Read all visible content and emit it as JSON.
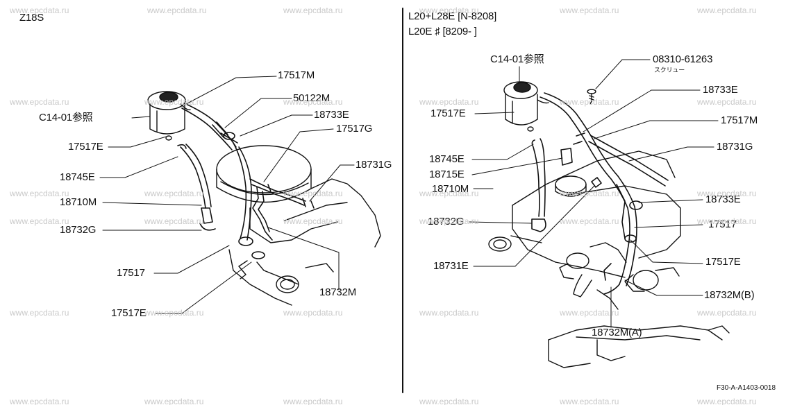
{
  "left_panel": {
    "title": "Z18S",
    "labels": {
      "ref_c1401": "C14-01参照",
      "p17517M": "17517M",
      "p50122M": "50122M",
      "p18733E": "18733E",
      "p17517G": "17517G",
      "p17517E_upper": "17517E",
      "p18745E": "18745E",
      "p18731G": "18731G",
      "p18710M": "18710M",
      "p18732G": "18732G",
      "p17517": "17517",
      "p18732M": "18732M",
      "p17517E_lower": "17517E"
    }
  },
  "right_panel": {
    "header_line1": "L20+L28E [N-8208]",
    "header_line2": "L20E ♯ [8209-   ]",
    "labels": {
      "ref_c1401": "C14-01参照",
      "p08310_61263": "08310-61263",
      "screw": "スクリュー",
      "p18733E_top": "18733E",
      "p17517E_top": "17517E",
      "p17517M": "17517M",
      "p18731G": "18731G",
      "p18745E": "18745E",
      "p18715E": "18715E",
      "p18710M": "18710M",
      "p18733E_mid": "18733E",
      "p18732G": "18732G",
      "p17517": "17517",
      "p18731E": "18731E",
      "p17517E_low": "17517E",
      "p18732M_B": "18732M(B)",
      "p18732M_A": "18732M(A)"
    }
  },
  "footer_code": "F30-A-A1403-0018",
  "watermark": "www.epcdata.ru"
}
